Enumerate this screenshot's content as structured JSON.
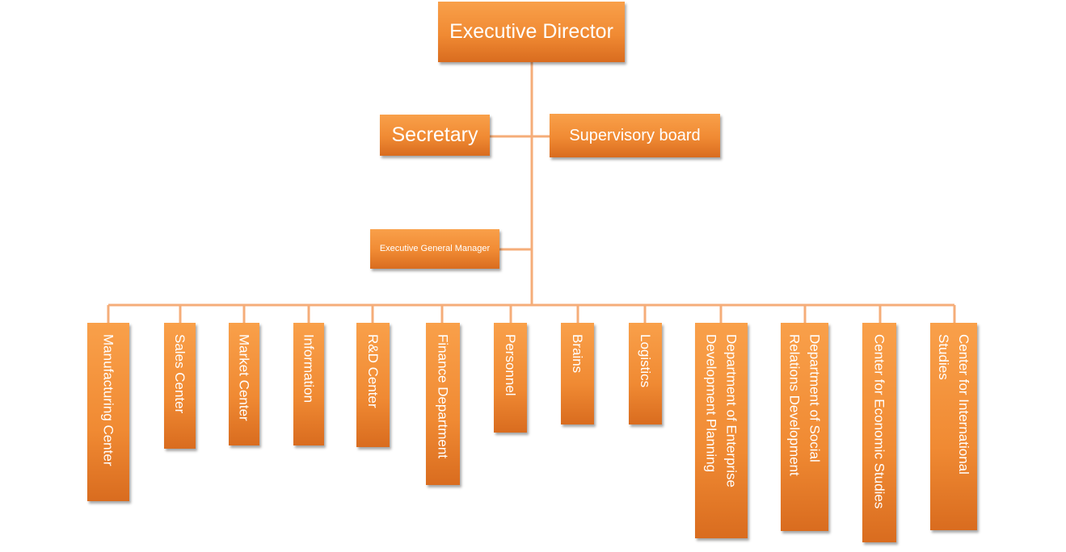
{
  "colors": {
    "box_light": "#f9a04a",
    "box_dark": "#d96c1f",
    "connector": "#f5ad79",
    "text": "#ffffff"
  },
  "diagram": {
    "executive_director": "Executive Director",
    "secretary": "Secretary",
    "supervisory_board": "Supervisory board",
    "general_manager": "Executive General Manager",
    "departments": [
      "Manufacturing Center",
      "Sales Center",
      "Market Center",
      "Information",
      "R&D Center",
      "Finance Department",
      "Personnel",
      "Brains",
      "Logistics",
      "Department of Enterprise\nDevelopment Planning",
      "Department of Social\nRelations Development",
      "Center for Economic Studies",
      "Center for International\nStudies"
    ]
  }
}
